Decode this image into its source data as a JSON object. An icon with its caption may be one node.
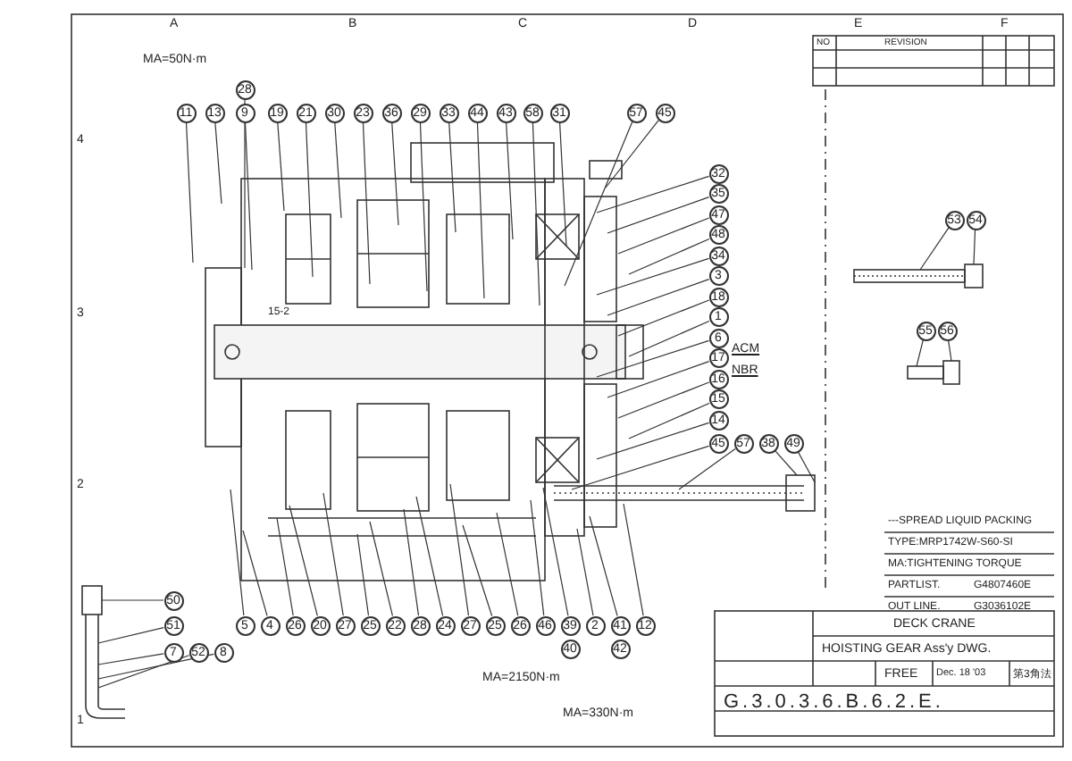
{
  "diagram": {
    "nodes": [
      {
        "text": [
          "28"
        ]
      },
      {
        "text": [
          "11"
        ]
      },
      {
        "text": [
          "13"
        ]
      },
      {
        "text": [
          "9"
        ]
      },
      {
        "text": [
          "19"
        ]
      },
      {
        "text": [
          "21"
        ]
      },
      {
        "text": [
          "30"
        ]
      },
      {
        "text": [
          "23"
        ]
      },
      {
        "text": [
          "36"
        ]
      },
      {
        "text": [
          "29"
        ]
      },
      {
        "text": [
          "33"
        ]
      },
      {
        "text": [
          "44"
        ]
      },
      {
        "text": [
          "43"
        ]
      },
      {
        "text": [
          "58"
        ]
      },
      {
        "text": [
          "31"
        ]
      },
      {
        "text": [
          "57"
        ]
      },
      {
        "text": [
          "45"
        ]
      },
      {
        "text": [
          "32"
        ]
      },
      {
        "text": [
          "35"
        ]
      },
      {
        "text": [
          "47"
        ]
      },
      {
        "text": [
          "48"
        ]
      },
      {
        "text": [
          "34"
        ]
      },
      {
        "text": [
          "3"
        ]
      },
      {
        "text": [
          "18"
        ]
      },
      {
        "text": [
          "1"
        ]
      },
      {
        "text": [
          "6"
        ]
      },
      {
        "text": [
          "17"
        ],
        "beside": [
          "ACM"
        ]
      },
      {
        "text": [
          "16"
        ],
        "beside": [
          "NBR"
        ]
      },
      {
        "text": [
          "15"
        ]
      },
      {
        "text": [
          "14"
        ]
      },
      {
        "text": [
          "53"
        ]
      },
      {
        "text": [
          "54"
        ]
      },
      {
        "text": [
          "55"
        ]
      },
      {
        "text": [
          "56"
        ]
      },
      {
        "text": [
          "45"
        ]
      },
      {
        "text": [
          "57"
        ]
      },
      {
        "text": [
          "38"
        ]
      },
      {
        "text": [
          "49"
        ]
      },
      {
        "text": [
          "5"
        ]
      },
      {
        "text": [
          "4"
        ]
      },
      {
        "text": [
          "26"
        ]
      },
      {
        "text": [
          "20"
        ]
      },
      {
        "text": [
          "27"
        ]
      },
      {
        "text": [
          "25"
        ]
      },
      {
        "text": [
          "22"
        ]
      },
      {
        "text": [
          "28"
        ]
      },
      {
        "text": [
          "24"
        ]
      },
      {
        "text": [
          "27"
        ]
      },
      {
        "text": [
          "25"
        ]
      },
      {
        "text": [
          "26"
        ]
      },
      {
        "text": [
          "46"
        ]
      },
      {
        "text": [
          "39"
        ]
      },
      {
        "text": [
          "2"
        ]
      },
      {
        "text": [
          "41"
        ]
      },
      {
        "text": [
          "12"
        ]
      },
      {
        "text": [
          "40"
        ]
      },
      {
        "text": [
          "42"
        ]
      },
      {
        "text": [
          "50"
        ]
      },
      {
        "text": [
          "51"
        ]
      },
      {
        "text": [
          "7"
        ]
      },
      {
        "text": [
          "52"
        ]
      },
      {
        "text": [
          "8"
        ]
      },
      {
        "text": [],
        "shape": "picture"
      },
      {
        "text": [],
        "shape": "picture"
      },
      {
        "text": [],
        "shape": "box"
      },
      {
        "text": [],
        "shape": "picture"
      }
    ],
    "edges": [
      {
        "from": 0,
        "to": null,
        "arrow": "none"
      },
      {
        "from": 1,
        "to": null,
        "arrow": "none"
      },
      {
        "from": 2,
        "to": null,
        "arrow": "none"
      },
      {
        "from": 3,
        "to": null,
        "arrow": "none"
      },
      {
        "from": 4,
        "to": null,
        "arrow": "none"
      },
      {
        "from": 5,
        "to": null,
        "arrow": "none"
      },
      {
        "from": 6,
        "to": null,
        "arrow": "none"
      },
      {
        "from": 7,
        "to": null,
        "arrow": "none"
      },
      {
        "from": 8,
        "to": null,
        "arrow": "none"
      },
      {
        "from": 9,
        "to": null,
        "arrow": "none"
      },
      {
        "from": 10,
        "to": null,
        "arrow": "none"
      },
      {
        "from": 11,
        "to": null,
        "arrow": "none"
      },
      {
        "from": 12,
        "to": null,
        "arrow": "none"
      },
      {
        "from": 13,
        "to": null,
        "arrow": "none"
      },
      {
        "from": 14,
        "to": null,
        "arrow": "none"
      },
      {
        "from": 15,
        "to": null,
        "arrow": "none"
      },
      {
        "from": 16,
        "to": null,
        "arrow": "none"
      },
      {
        "from": 17,
        "to": null,
        "arrow": "none"
      },
      {
        "from": 18,
        "to": null,
        "arrow": "none"
      },
      {
        "from": 19,
        "to": null,
        "arrow": "none"
      },
      {
        "from": 20,
        "to": null,
        "arrow": "none"
      },
      {
        "from": 21,
        "to": null,
        "arrow": "none"
      },
      {
        "from": 22,
        "to": null,
        "arrow": "none"
      },
      {
        "from": 23,
        "to": null,
        "arrow": "none"
      },
      {
        "from": 24,
        "to": null,
        "arrow": "none"
      },
      {
        "from": 25,
        "to": null,
        "arrow": "none"
      },
      {
        "from": 26,
        "to": null,
        "arrow": "none"
      },
      {
        "from": 27,
        "to": null,
        "arrow": "none"
      },
      {
        "from": 28,
        "to": null,
        "arrow": "none"
      },
      {
        "from": 29,
        "to": null,
        "arrow": "none"
      },
      {
        "from": 30,
        "to": 62,
        "arrow": "none"
      },
      {
        "from": 31,
        "to": 62,
        "arrow": "none"
      },
      {
        "from": 32,
        "to": 63,
        "arrow": "none"
      },
      {
        "from": 33,
        "to": 63,
        "arrow": "none"
      },
      {
        "from": 34,
        "to": null,
        "arrow": "none"
      },
      {
        "from": 35,
        "to": null,
        "arrow": "none"
      },
      {
        "from": 36,
        "to": 64,
        "arrow": "none"
      },
      {
        "from": 37,
        "to": 64,
        "arrow": "none"
      },
      {
        "from": 38,
        "to": null,
        "arrow": "none"
      },
      {
        "from": 39,
        "to": null,
        "arrow": "none"
      },
      {
        "from": 40,
        "to": null,
        "arrow": "none"
      },
      {
        "from": 41,
        "to": null,
        "arrow": "none"
      },
      {
        "from": 42,
        "to": null,
        "arrow": "none"
      },
      {
        "from": 43,
        "to": null,
        "arrow": "none"
      },
      {
        "from": 44,
        "to": null,
        "arrow": "none"
      },
      {
        "from": 45,
        "to": null,
        "arrow": "none"
      },
      {
        "from": 46,
        "to": null,
        "arrow": "none"
      },
      {
        "from": 47,
        "to": null,
        "arrow": "none"
      },
      {
        "from": 48,
        "to": null,
        "arrow": "none"
      },
      {
        "from": 49,
        "to": null,
        "arrow": "none"
      },
      {
        "from": 50,
        "to": null,
        "arrow": "none"
      },
      {
        "from": 51,
        "to": null,
        "arrow": "none"
      },
      {
        "from": 52,
        "to": null,
        "arrow": "none"
      },
      {
        "from": 53,
        "to": null,
        "arrow": "none"
      },
      {
        "from": 54,
        "to": null,
        "arrow": "none"
      },
      {
        "from": 57,
        "to": 65,
        "arrow": "none"
      },
      {
        "from": 58,
        "to": 65,
        "arrow": "none"
      },
      {
        "from": 59,
        "to": 65,
        "arrow": "none"
      },
      {
        "from": 60,
        "to": 65,
        "arrow": "none"
      },
      {
        "from": 61,
        "to": 65,
        "arrow": "none"
      }
    ],
    "labels": [
      "A",
      "B",
      "C",
      "D",
      "E",
      "F",
      "4",
      "3",
      "2",
      "1",
      "MA=50N·m",
      "15-2",
      "MA=2150N·m",
      "MA=330N·m",
      "NO",
      "REVISION",
      "---SPREAD LIQUID PACKING",
      "TYPE:MRP1742W-S60-SI",
      "MA:TIGHTENING TORQUE",
      "PARTLIST.",
      "G4807460E",
      "OUT LINE.",
      "G3036102E",
      "DECK CRANE",
      "HOISTING GEAR Ass'y DWG.",
      "FREE",
      "Dec. 18 '03",
      "第3角法",
      "G.3.0.3.6.B.6.2.E."
    ]
  }
}
